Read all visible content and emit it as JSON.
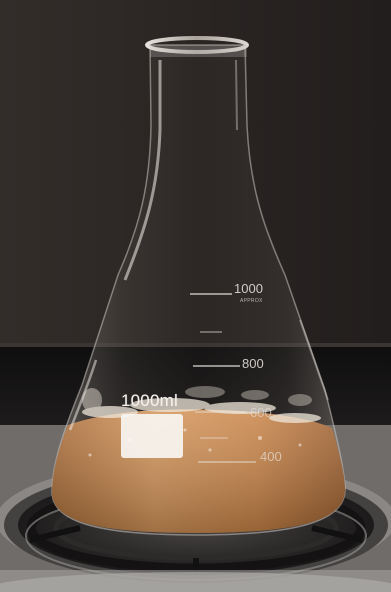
{
  "photo": {
    "subject": "Erlenmeyer flask on a hot plate",
    "colors": {
      "wall": "#2b2624",
      "counter": "#1a1818",
      "liquid": "#c88447",
      "glass": "#b9b3ac",
      "burner": "#2a2828"
    }
  },
  "flask": {
    "capacity_label": "1000ml",
    "graduations": {
      "g1000": "1000",
      "approx": "APPROX",
      "g800": "800",
      "g600": "600",
      "g400": "400"
    }
  }
}
